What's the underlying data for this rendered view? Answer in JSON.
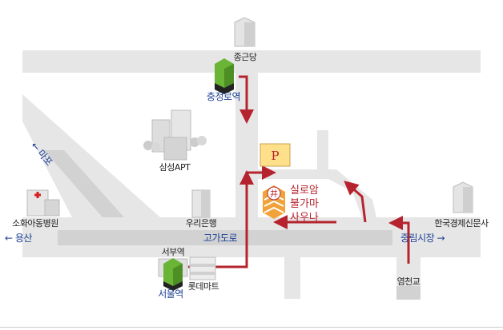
{
  "map": {
    "landmarks": {
      "jongkundang": "종근당",
      "chungjeongno_station": "충정로역",
      "samsung_apt": "삼성APT",
      "parking": "P",
      "sauna_line1": "실로암",
      "sauna_line2": "불가마",
      "sauna_line3": "사우나",
      "woori_bank": "우리은행",
      "hospital": "소화아동병원",
      "hankyung": "한국경제신문사",
      "seobu_station": "서부역",
      "seoul_station": "서울역",
      "lotte_mart": "롯데마트",
      "yeomcheongyo": "염천교"
    },
    "directions": {
      "mapo": "← 마포",
      "yongsan": "← 용산",
      "overpass": "고가도로",
      "jungnim_market": "중림시장 →"
    },
    "colors": {
      "road": "#e6e6e6",
      "route": "#b5242e",
      "subway": "#6ab536",
      "label_blue": "#1c3f94"
    }
  }
}
